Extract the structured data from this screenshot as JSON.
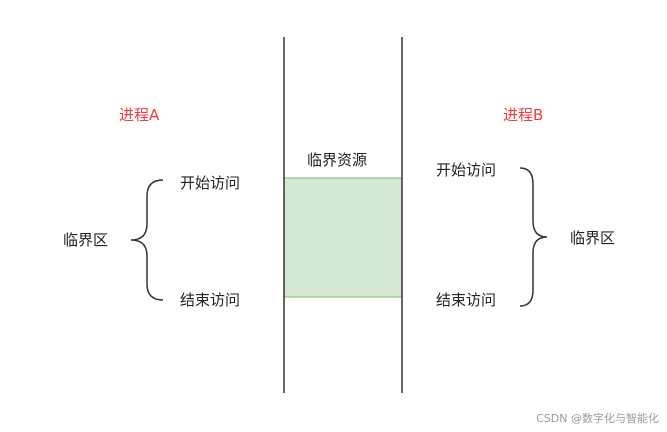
{
  "colors": {
    "process_label": "#f03c3c",
    "resource_fill": "#d5e8d4",
    "resource_border": "#82b366",
    "line": "#333333",
    "text": "#222222"
  },
  "process_a": {
    "title": "进程A",
    "start_access": "开始访问",
    "end_access": "结束访问",
    "critical_section": "临界区"
  },
  "process_b": {
    "title": "进程B",
    "start_access": "开始访问",
    "end_access": "结束访问",
    "critical_section": "临界区"
  },
  "resource": {
    "label": "临界资源"
  },
  "watermark": "CSDN @数字化与智能化"
}
